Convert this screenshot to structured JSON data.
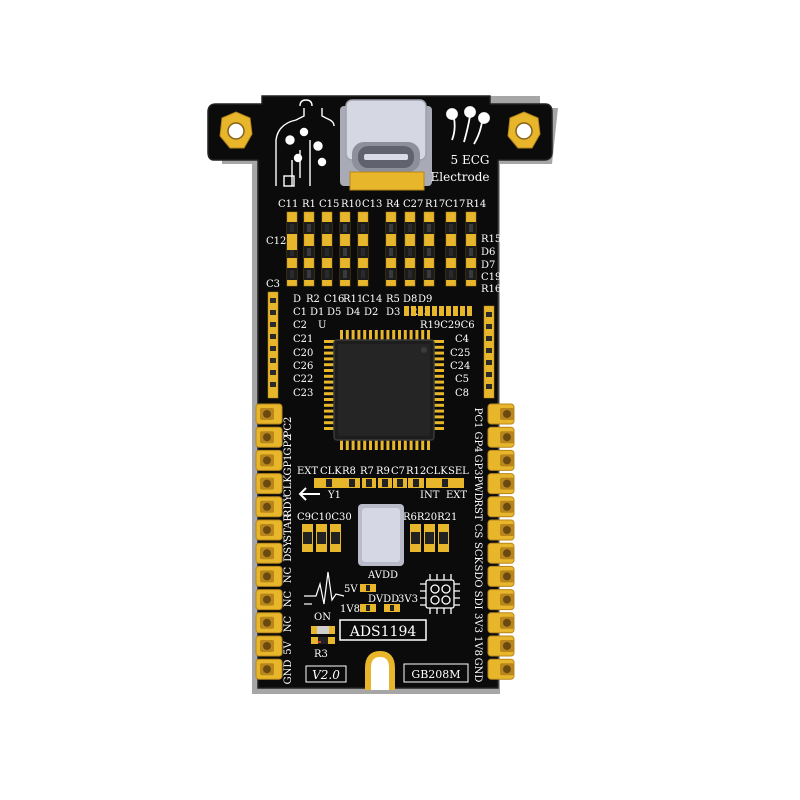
{
  "colors": {
    "pcb": "#0b0b0b",
    "pcb_edge": "#1c1c1c",
    "silk": "#ffffff",
    "gold": "#e7b62a",
    "gold_dark": "#b8861b",
    "copper_hole": "#6b4a12",
    "chip": "#1d1d1d",
    "usb": "#c9cbd6",
    "ldo": "#d5d8e4"
  },
  "logos": {
    "electrode_line1": "5 ECG",
    "electrode_line2": "Electrode",
    "body_icon": "human-torso-electrode-icon",
    "ecg_wave_icon": "ecg-wave-icon",
    "chip_logo_icon": "chip-logo-icon"
  },
  "labels": {
    "top_row": [
      "C11",
      "R1",
      "C15",
      "R10",
      "C13",
      "R4",
      "C27",
      "R17",
      "C17",
      "R14"
    ],
    "c12": "C12",
    "right_col_top": [
      "R15",
      "D6",
      "D7",
      "C19",
      "R16"
    ],
    "c3": "C3",
    "mid_row1": [
      "D",
      "R2",
      "C16",
      "R11",
      "C14",
      "R5",
      "D8",
      "D9"
    ],
    "mid_row2": [
      "C1",
      "D1",
      "D5",
      "D4",
      "D2",
      "D3",
      "R13"
    ],
    "u_label": "U",
    "r19_row": "R19C29C6",
    "left_cap_col": [
      "C2",
      "C21",
      "C20",
      "C26",
      "C22",
      "C23"
    ],
    "right_cap_col": [
      "C4",
      "C25",
      "C24",
      "C5",
      "C8"
    ],
    "clk_row": [
      "EXT",
      "CLK",
      "R8",
      "R7",
      "R9",
      "C7",
      "R12",
      "CLK",
      "SEL"
    ],
    "y1": "Y1",
    "int": "INT",
    "ext2": "EXT",
    "cap_row3": "C9C10C30",
    "res_row3": "R6R20R21",
    "avdd": "AVDD",
    "v5": "5V",
    "dvdd": "DVDD",
    "v3": "3V3",
    "v18": "1V8",
    "on": "ON",
    "r3": "R3",
    "product": "ADS1194",
    "version": "V2.0",
    "code": "GB208M",
    "left_pins": [
      "PC2",
      "GP2",
      "GP1",
      "CLK",
      "RDY",
      "STAR",
      "DSY",
      "NC",
      "NC",
      "NC",
      "5V",
      "GND"
    ],
    "right_pins": [
      "PC1",
      "GP4",
      "GP3",
      "PWD",
      "RST",
      "CS",
      "SCK",
      "SDO",
      "SDI",
      "3V3",
      "1V8",
      "GND"
    ]
  }
}
